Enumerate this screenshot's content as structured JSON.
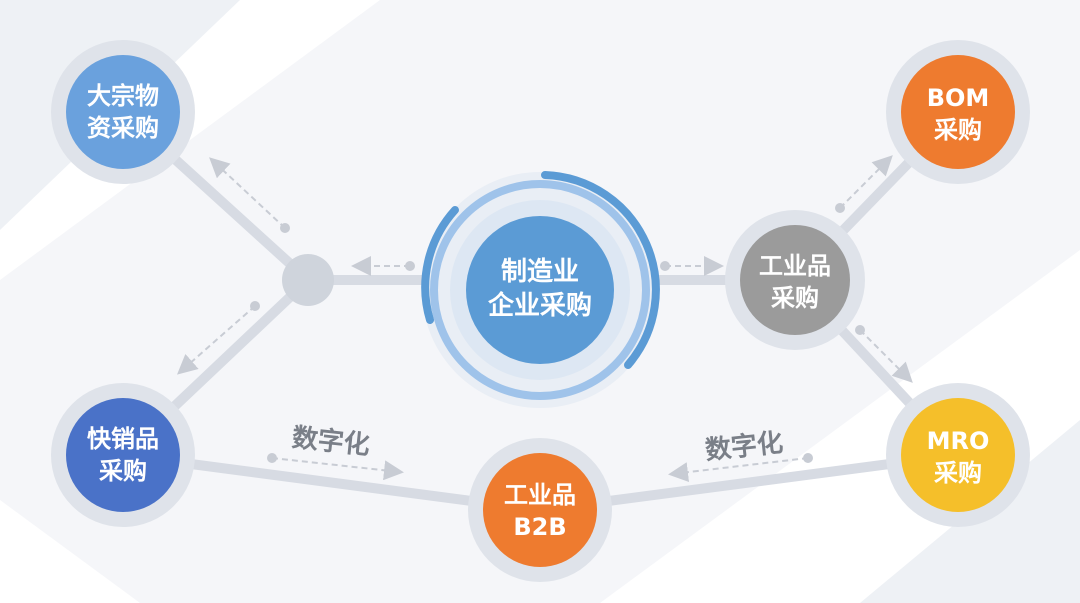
{
  "center_node": {
    "line1": "制造业",
    "line2": "企业采购",
    "color": "#5b9bd5"
  },
  "nodes": {
    "bulk": {
      "line1": "大宗物",
      "line2": "资采购",
      "color": "#6aa1dd"
    },
    "fmcg": {
      "line1": "快销品",
      "line2": "采购",
      "color": "#4a72c8"
    },
    "bom": {
      "line1": "BOM",
      "line2": "采购",
      "color": "#ee7b2f"
    },
    "industrial": {
      "line1": "工业品",
      "line2": "采购",
      "color": "#9b9b9b"
    },
    "mro": {
      "line1": "MRO",
      "line2": "采购",
      "color": "#f5bf2a"
    },
    "b2b": {
      "line1": "工业品",
      "line2": "B2B",
      "color": "#ee7b2f"
    }
  },
  "labels": {
    "digitize_left": "数字化",
    "digitize_right": "数字化"
  },
  "colors": {
    "ring_bg": "#dfe3ea",
    "connector": "#d7dbe3",
    "hub": "#cfd4dc",
    "arrow": "#c8ccd4",
    "background_band": "#eef1f5"
  }
}
